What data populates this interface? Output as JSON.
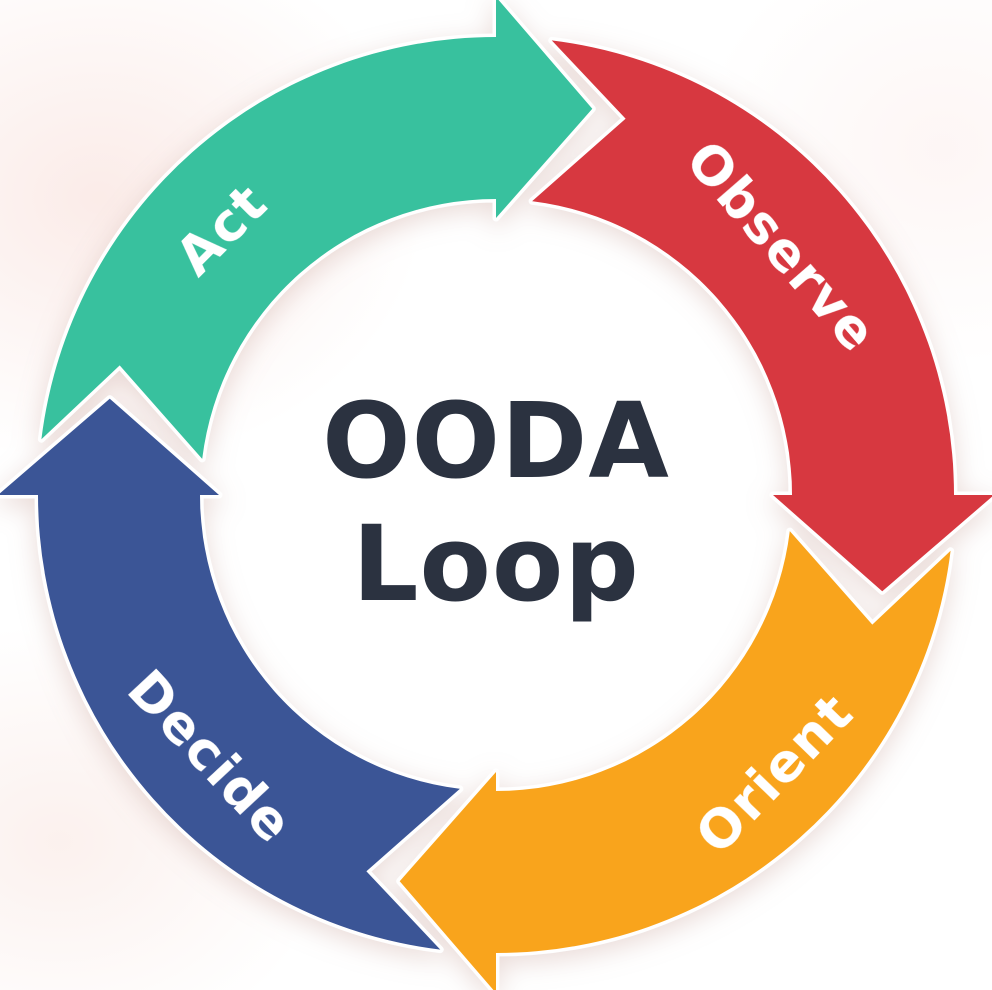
{
  "diagram": {
    "name": "OODA Loop cycle diagram",
    "title_line1": "OODA",
    "title_line2": "Loop",
    "title_color": "#2b3240",
    "label_text_color": "#ffffff",
    "background_color": "#ffffff",
    "flow_direction": "clockwise",
    "segments": [
      {
        "label": "Act",
        "position": "top-left",
        "color": "#37c19e"
      },
      {
        "label": "Observe",
        "position": "top-right",
        "color": "#d73940"
      },
      {
        "label": "Orient",
        "position": "bottom-right",
        "color": "#f9a41d"
      },
      {
        "label": "Decide",
        "position": "bottom-left",
        "color": "#3a5496"
      }
    ]
  }
}
